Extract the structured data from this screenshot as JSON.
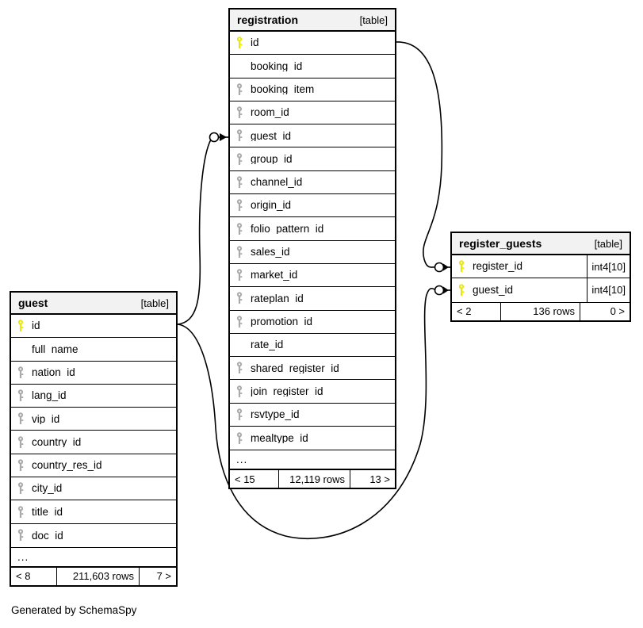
{
  "diagram": {
    "generator_text": "Generated by SchemaSpy",
    "table_tag": "[table]",
    "ellipsis": "...",
    "colors": {
      "primary_key": "#e8e80a",
      "foreign_key": "#aaaaaa",
      "header_bg": "#f2f2f2",
      "border": "#000000",
      "background": "#ffffff"
    }
  },
  "tables": {
    "registration": {
      "name": "registration",
      "tag": "[table]",
      "columns": [
        {
          "name": "id",
          "key": "primary"
        },
        {
          "name": "booking_id",
          "key": "none"
        },
        {
          "name": "booking_item",
          "key": "foreign"
        },
        {
          "name": "room_id",
          "key": "foreign"
        },
        {
          "name": "guest_id",
          "key": "foreign"
        },
        {
          "name": "group_id",
          "key": "foreign"
        },
        {
          "name": "channel_id",
          "key": "foreign"
        },
        {
          "name": "origin_id",
          "key": "foreign"
        },
        {
          "name": "folio_pattern_id",
          "key": "foreign"
        },
        {
          "name": "sales_id",
          "key": "foreign"
        },
        {
          "name": "market_id",
          "key": "foreign"
        },
        {
          "name": "rateplan_id",
          "key": "foreign"
        },
        {
          "name": "promotion_id",
          "key": "foreign"
        },
        {
          "name": "rate_id",
          "key": "none"
        },
        {
          "name": "shared_register_id",
          "key": "foreign"
        },
        {
          "name": "join_register_id",
          "key": "foreign"
        },
        {
          "name": "rsvtype_id",
          "key": "foreign"
        },
        {
          "name": "mealtype_id",
          "key": "foreign"
        }
      ],
      "more_indicator": "...",
      "footer": {
        "left": "< 15",
        "rows": "12,119 rows",
        "right": "13 >"
      }
    },
    "guest": {
      "name": "guest",
      "tag": "[table]",
      "columns": [
        {
          "name": "id",
          "key": "primary"
        },
        {
          "name": "full_name",
          "key": "none"
        },
        {
          "name": "nation_id",
          "key": "foreign"
        },
        {
          "name": "lang_id",
          "key": "foreign"
        },
        {
          "name": "vip_id",
          "key": "foreign"
        },
        {
          "name": "country_id",
          "key": "foreign"
        },
        {
          "name": "country_res_id",
          "key": "foreign"
        },
        {
          "name": "city_id",
          "key": "foreign"
        },
        {
          "name": "title_id",
          "key": "foreign"
        },
        {
          "name": "doc_id",
          "key": "foreign"
        }
      ],
      "more_indicator": "...",
      "footer": {
        "left": "< 8",
        "rows": "211,603 rows",
        "right": "7 >"
      }
    },
    "register_guests": {
      "name": "register_guests",
      "tag": "[table]",
      "columns": [
        {
          "name": "register_id",
          "key": "primary",
          "type": "int4[10]"
        },
        {
          "name": "guest_id",
          "key": "primary",
          "type": "int4[10]"
        }
      ],
      "footer": {
        "left": "< 2",
        "rows": "136 rows",
        "right": "0 >"
      }
    }
  },
  "relationships": [
    {
      "from": "registration.id",
      "to": "register_guests.register_id"
    },
    {
      "from": "guest.id",
      "to": "registration.guest_id"
    },
    {
      "from": "guest.id",
      "to": "register_guests.guest_id"
    }
  ]
}
